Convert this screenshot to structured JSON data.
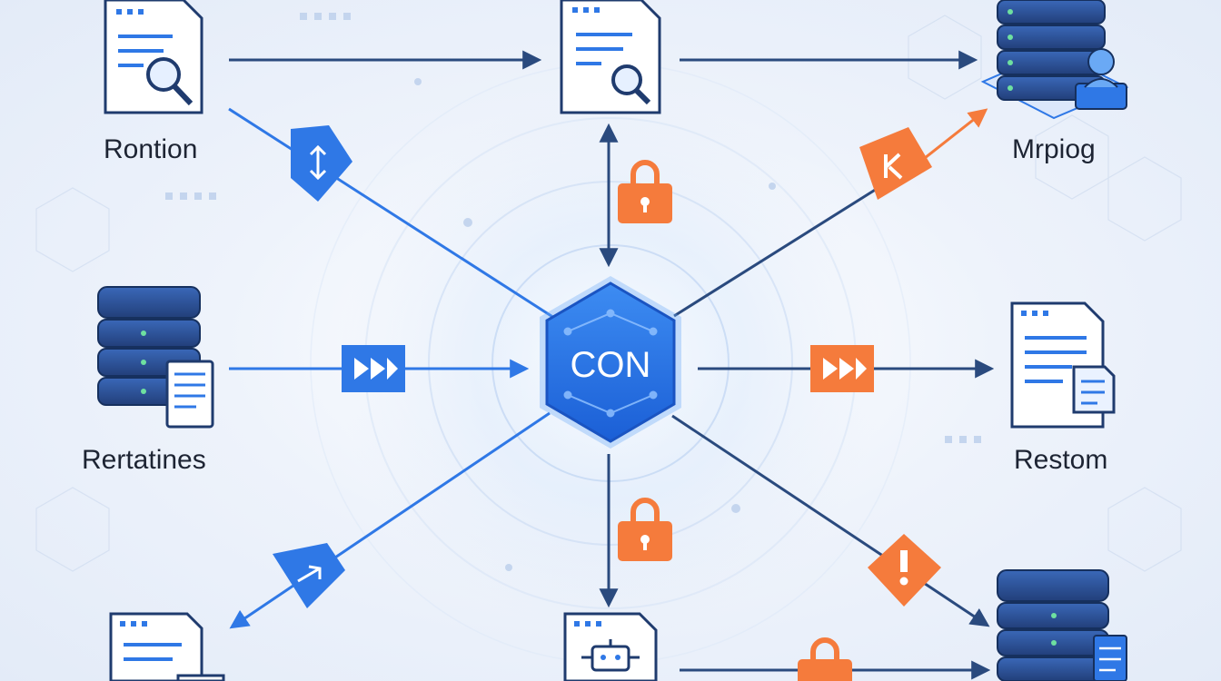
{
  "hub": {
    "label": "CON"
  },
  "nodes": {
    "top_left": {
      "label": "Rontion",
      "icon": "document-search-icon"
    },
    "top_center": {
      "label": "",
      "icon": "document-search-icon"
    },
    "top_right": {
      "label": "Mrpiog",
      "icon": "server-user-icon"
    },
    "middle_left": {
      "label": "Rertatines",
      "icon": "server-document-icon"
    },
    "middle_right": {
      "label": "Restom",
      "icon": "document-stack-icon"
    },
    "bottom_left": {
      "label": "",
      "icon": "document-icon"
    },
    "bottom_center": {
      "label": "",
      "icon": "document-robot-icon"
    },
    "bottom_right": {
      "label": "",
      "icon": "server-document-icon"
    }
  },
  "colors": {
    "primary_blue": "#2f78e6",
    "dark_navy": "#1f3b6e",
    "accent_orange": "#f57b3c",
    "hub_blue": "#1f6ee8",
    "label_text": "#1d2433"
  }
}
